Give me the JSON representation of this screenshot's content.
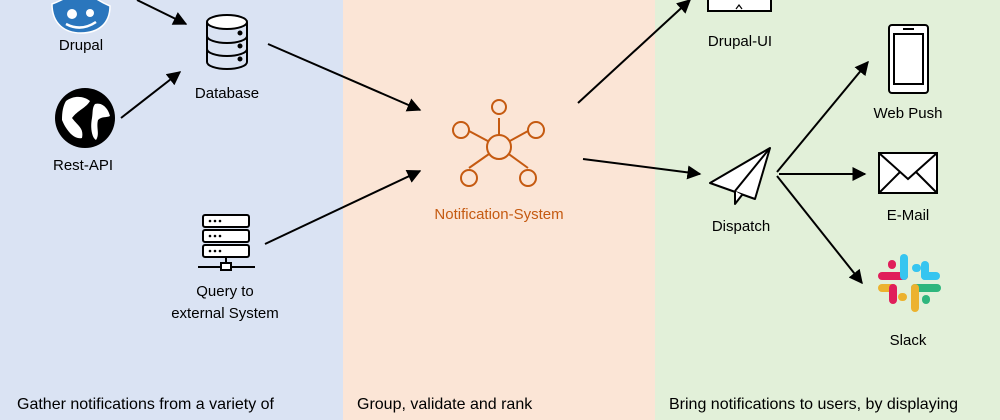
{
  "colors": {
    "left_panel": "#dae3f3",
    "middle_panel": "#fbe5d6",
    "right_panel": "#e2f0d9",
    "accent_orange": "#c55a11",
    "drupal_blue": "#2a76bd",
    "slack": [
      "#e01e5a",
      "#36c5f0",
      "#2eb67d",
      "#ecb22e"
    ]
  },
  "sources": {
    "drupal": {
      "label": "Drupal",
      "icon": "drupal-icon"
    },
    "database": {
      "label": "Database",
      "icon": "database-icon"
    },
    "rest_api": {
      "label": "Rest-API",
      "icon": "globe-icon"
    },
    "external": {
      "label_line1": "Query to",
      "label_line2": "external System",
      "icon": "server-icon"
    }
  },
  "core": {
    "label": "Notification-System",
    "icon": "hub-network-icon"
  },
  "outputs": {
    "drupal_ui": {
      "label": "Drupal-UI",
      "icon": "monitor-icon"
    },
    "dispatch": {
      "label": "Dispatch",
      "icon": "paper-plane-icon"
    },
    "web_push": {
      "label": "Web Push",
      "icon": "smartphone-icon"
    },
    "email": {
      "label": "E-Mail",
      "icon": "envelope-icon"
    },
    "slack": {
      "label": "Slack",
      "icon": "slack-icon"
    }
  },
  "captions": {
    "left": "Gather notifications from a variety of",
    "middle": "Group, validate and rank",
    "right": "Bring notifications to users, by displaying"
  }
}
